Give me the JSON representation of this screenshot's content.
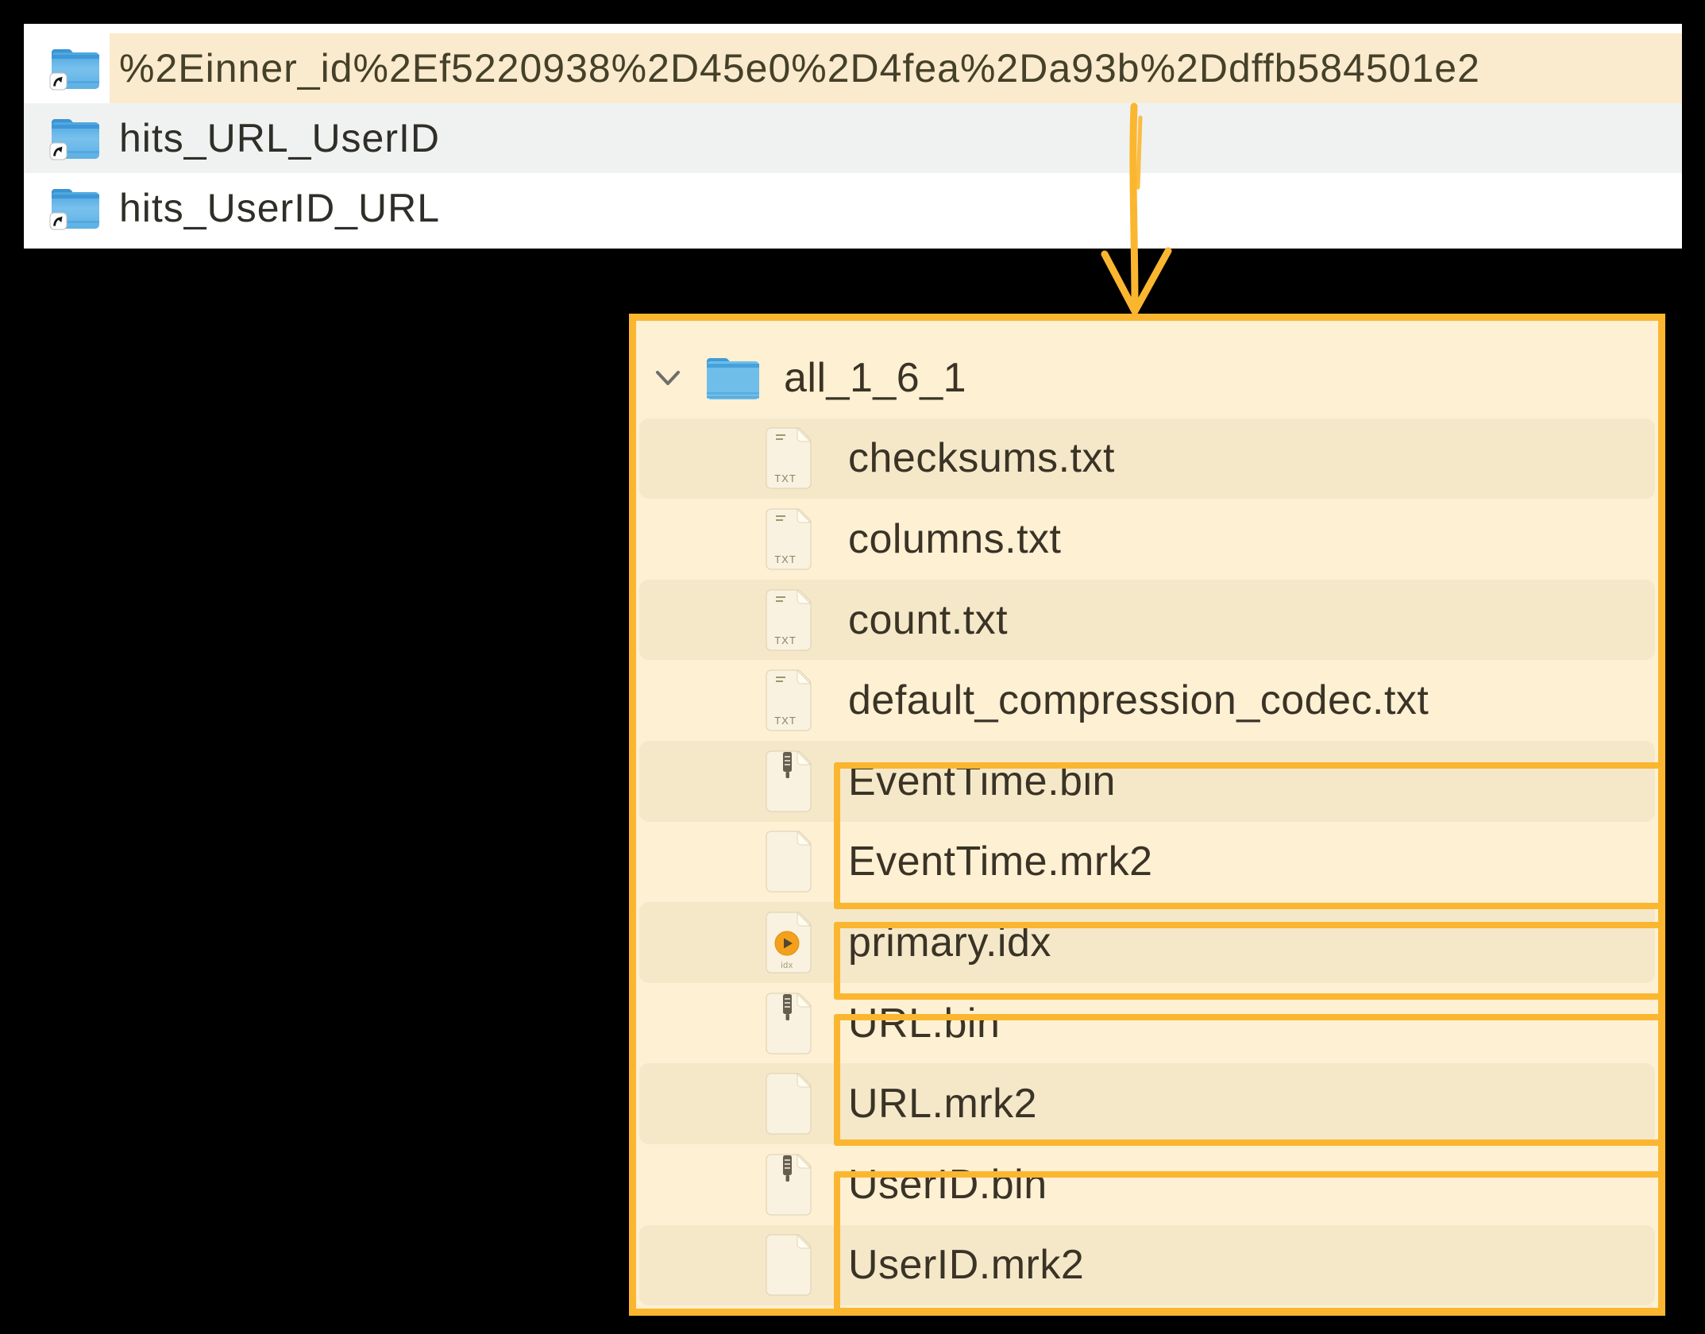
{
  "colors": {
    "accent_orange": "#FBB630",
    "selection_cream": "#FAEBCE",
    "panel_cream": "#FDF0D3",
    "panel_row_alt": "#F4E8C9",
    "finder_row_alt": "#F0F2F1",
    "folder_blue": "#6FBEEA"
  },
  "finder_list": {
    "items": [
      {
        "name": "%2Einner_id%2Ef5220938%2D45e0%2D4fea%2Da93b%2Ddffb584501e2",
        "icon": "folder-alias-icon",
        "highlighted": true
      },
      {
        "name": "hits_URL_UserID",
        "icon": "folder-alias-icon",
        "highlighted": false
      },
      {
        "name": "hits_UserID_URL",
        "icon": "folder-alias-icon",
        "highlighted": false
      }
    ]
  },
  "annotation": {
    "arrow": "down-arrow",
    "highlight_groups": [
      {
        "files": [
          "EventTime.bin",
          "EventTime.mrk2"
        ]
      },
      {
        "files": [
          "primary.idx"
        ]
      },
      {
        "files": [
          "URL.bin",
          "URL.mrk2"
        ]
      },
      {
        "files": [
          "UserID.bin",
          "UserID.mrk2"
        ]
      }
    ]
  },
  "tree_panel": {
    "root": {
      "label": "all_1_6_1",
      "icon": "folder-icon",
      "expanded": true
    },
    "files": [
      {
        "label": "checksums.txt",
        "icon": "txt-file-icon"
      },
      {
        "label": "columns.txt",
        "icon": "txt-file-icon"
      },
      {
        "label": "count.txt",
        "icon": "txt-file-icon"
      },
      {
        "label": "default_compression_codec.txt",
        "icon": "txt-file-icon"
      },
      {
        "label": "EventTime.bin",
        "icon": "bin-file-icon"
      },
      {
        "label": "EventTime.mrk2",
        "icon": "mrk2-file-icon"
      },
      {
        "label": "primary.idx",
        "icon": "idx-file-icon"
      },
      {
        "label": "URL.bin",
        "icon": "bin-file-icon"
      },
      {
        "label": "URL.mrk2",
        "icon": "mrk2-file-icon"
      },
      {
        "label": "UserID.bin",
        "icon": "bin-file-icon"
      },
      {
        "label": "UserID.mrk2",
        "icon": "mrk2-file-icon"
      }
    ]
  }
}
